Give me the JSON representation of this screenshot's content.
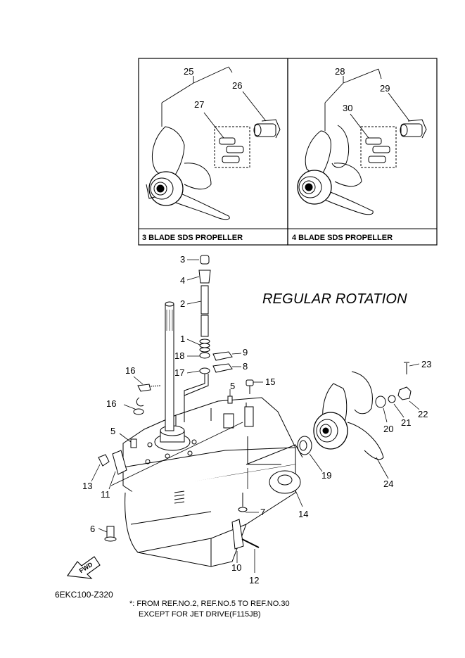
{
  "insets": [
    {
      "caption": "3 BLADE SDS PROPELLER",
      "refs": [
        "25",
        "26",
        "27"
      ]
    },
    {
      "caption": "4 BLADE SDS PROPELLER",
      "refs": [
        "28",
        "29",
        "30"
      ]
    }
  ],
  "rotation_label": "REGULAR ROTATION",
  "callouts": [
    "1",
    "2",
    "3",
    "4",
    "5",
    "5",
    "6",
    "7",
    "8",
    "9",
    "10",
    "11",
    "12",
    "13",
    "14",
    "15",
    "16",
    "16",
    "17",
    "18",
    "19",
    "20",
    "21",
    "22",
    "23",
    "24"
  ],
  "fwd_label": "FWD",
  "diagram_code": "6EKC100-Z320",
  "footnote": {
    "line1": "*: FROM REF.NO.2, REF.NO.5 TO REF.NO.30",
    "line2": "EXCEPT FOR JET DRIVE(F115JB)"
  }
}
